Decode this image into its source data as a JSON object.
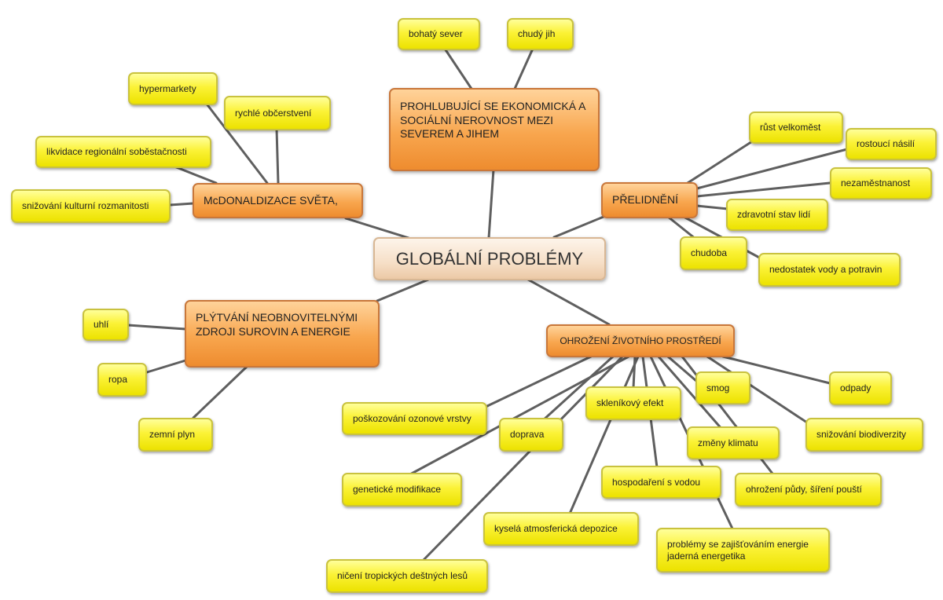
{
  "root": {
    "label": "GLOBÁLNÍ PROBLÉMY"
  },
  "branches": {
    "inequality": "PROHLUBUJÍCÍ SE EKONOMICKÁ A SOCIÁLNÍ NEROVNOST MEZI SEVEREM A JIHEM",
    "mcdonald": "McDONALDIZACE SVĚTA,",
    "overpopulation": "PŘELIDNĚNÍ",
    "resources": "PLÝTVÁNÍ NEOBNOVITELNÝMI ZDROJI SUROVIN A ENERGIE",
    "environment": "OHROŽENÍ ŽIVOTNÍHO PROSTŘEDÍ"
  },
  "inequality_items": {
    "rich_north": "bohatý sever",
    "poor_south": "chudý jih"
  },
  "mcdonald_items": {
    "hypermarkets": "hypermarkety",
    "fast_food": "rychlé občerstvení",
    "regional": "likvidace regionální soběstačnosti",
    "cultural": "snižování kulturní rozmanitosti"
  },
  "overpopulation_items": {
    "cities": "růst velkoměst",
    "violence": "rostoucí násilí",
    "unemployment": "nezaměstnanost",
    "health": "zdravotní stav lidí",
    "poverty": "chudoba",
    "shortage": "nedostatek vody a potravin"
  },
  "resources_items": {
    "coal": "uhlí",
    "oil": "ropa",
    "gas": "zemní plyn"
  },
  "environment_items": {
    "ozone": "poškozování ozonové vrstvy",
    "transport": "doprava",
    "greenhouse": "skleníkový efekt",
    "smog": "smog",
    "waste": "odpady",
    "biodiversity": "snižování biodiverzity",
    "climate": "změny klimatu",
    "gmo": "genetické modifikace",
    "water": "hospodaření s vodou",
    "soil": "ohrožení půdy, šíření pouští",
    "acid": "kyselá atmosferická depozice",
    "energy": "problémy se zajišťováním energie jaderná energetika",
    "forests": "ničení tropických deštných lesů"
  },
  "colors": {
    "leaf": "#fbf236",
    "branch": "#f8a64e",
    "root": "#f6dfc7",
    "connector": "#5f5f5f"
  }
}
